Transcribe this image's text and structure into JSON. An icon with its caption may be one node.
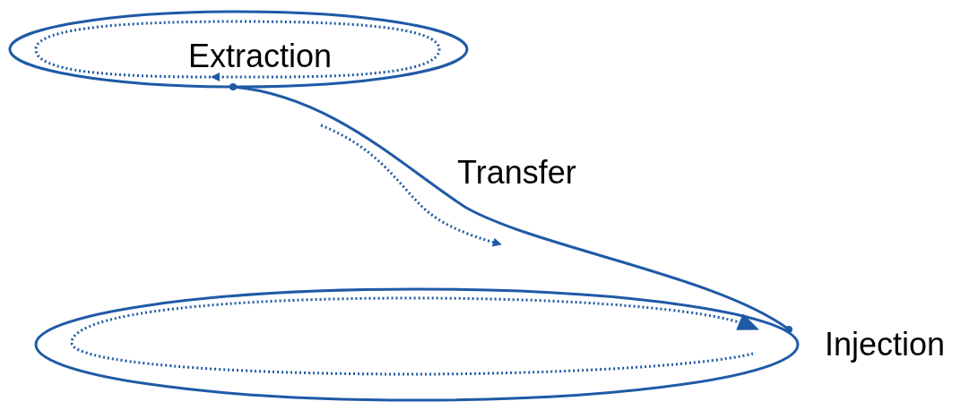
{
  "diagram": {
    "nodes": [
      {
        "text": [
          "Extraction"
        ]
      },
      {
        "text": [
          "Injection"
        ]
      }
    ],
    "edges": [
      {
        "from": 0,
        "to": 1,
        "arrow": "other",
        "label": "Transfer"
      }
    ]
  }
}
